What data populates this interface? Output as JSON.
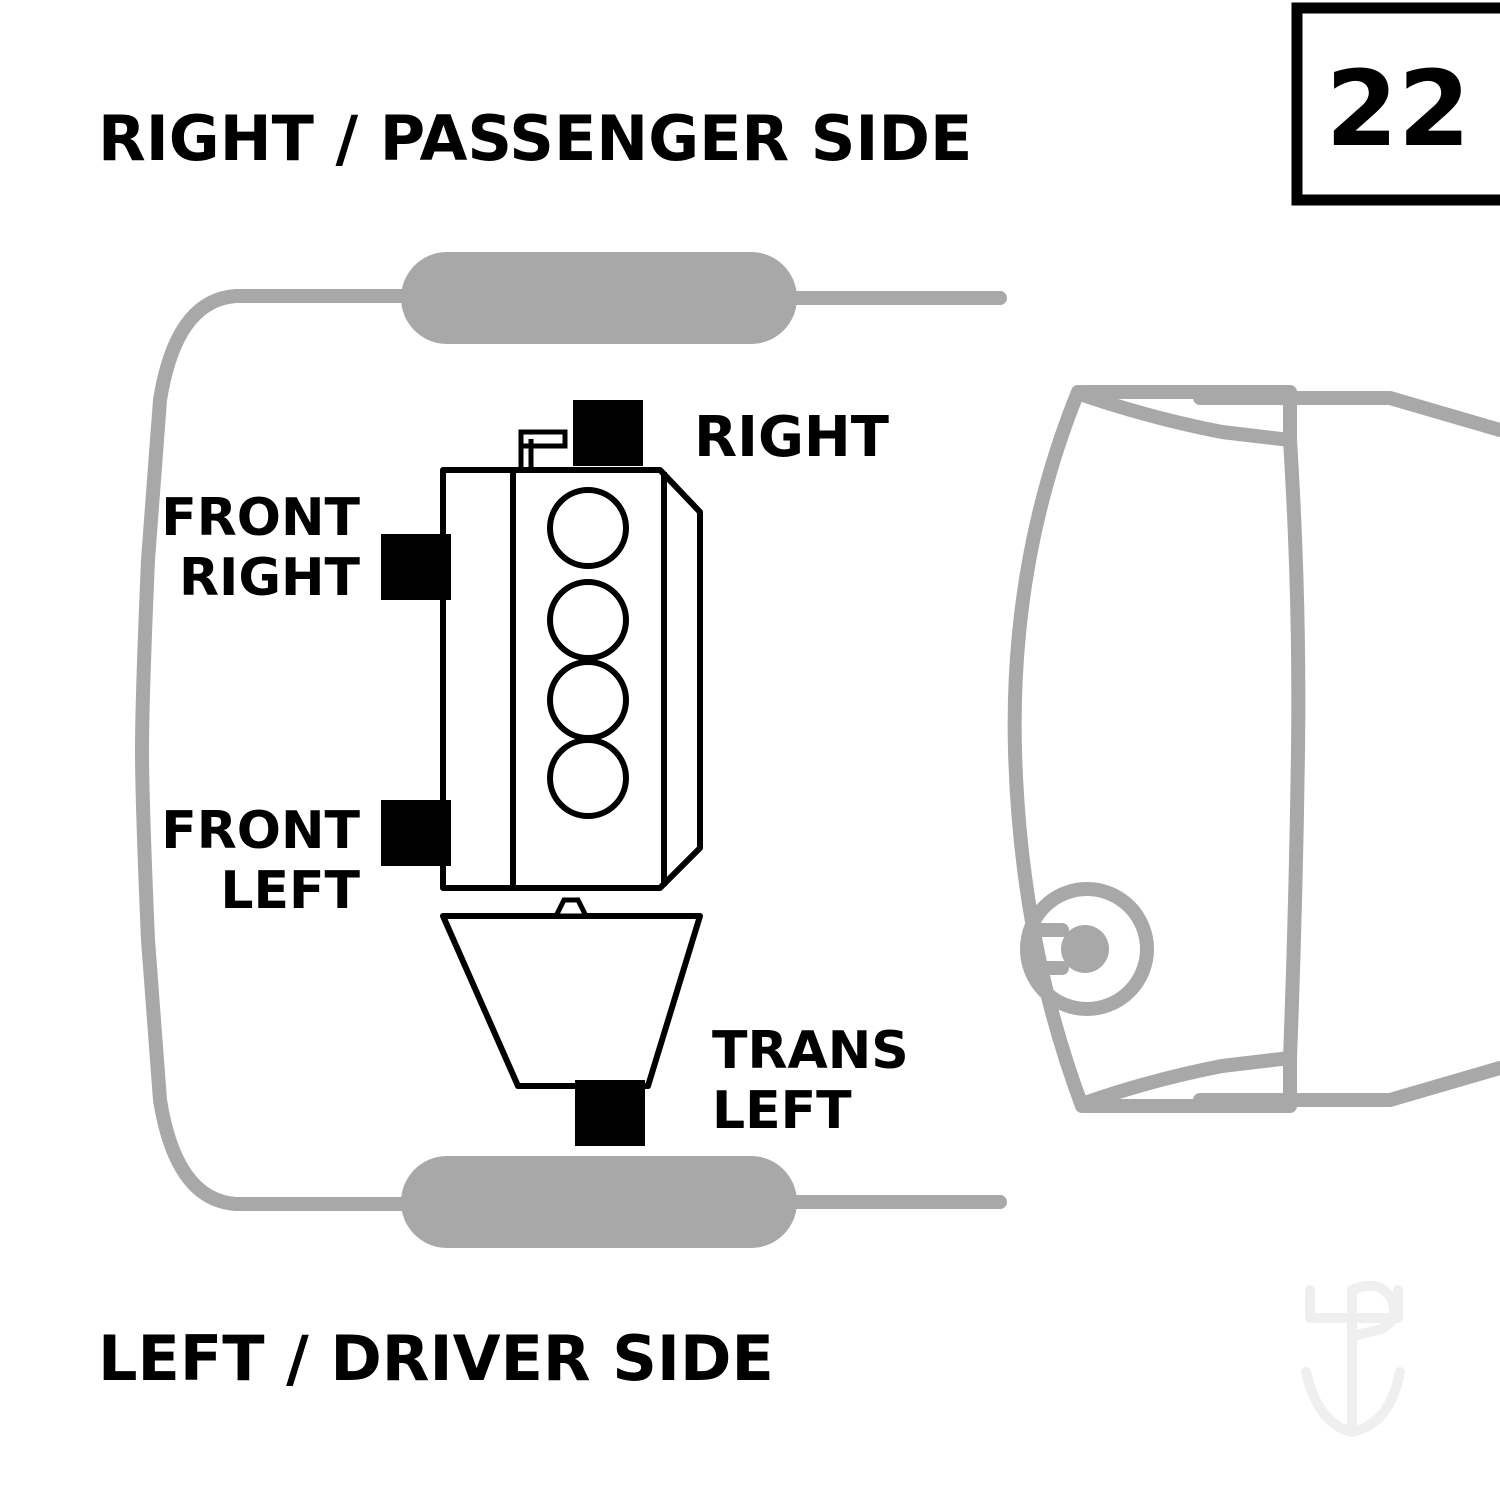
{
  "page": {
    "background_color": "#ffffff",
    "outline_color": "#a8a8a8",
    "line_color": "#000000",
    "marker_color": "#000000",
    "page_number": "22"
  },
  "labels": {
    "top_side": "RIGHT / PASSENGER SIDE",
    "bottom_side": "LEFT / DRIVER SIDE",
    "mount_right": "RIGHT",
    "mount_front_right_line1": "FRONT",
    "mount_front_right_line2": "RIGHT",
    "mount_front_left_line1": "FRONT",
    "mount_front_left_line2": "LEFT",
    "mount_trans_left_line1": "TRANS",
    "mount_trans_left_line2": "LEFT"
  },
  "page_box": {
    "number": "22"
  },
  "watermark": {
    "name": "anchor-logo-watermark"
  }
}
